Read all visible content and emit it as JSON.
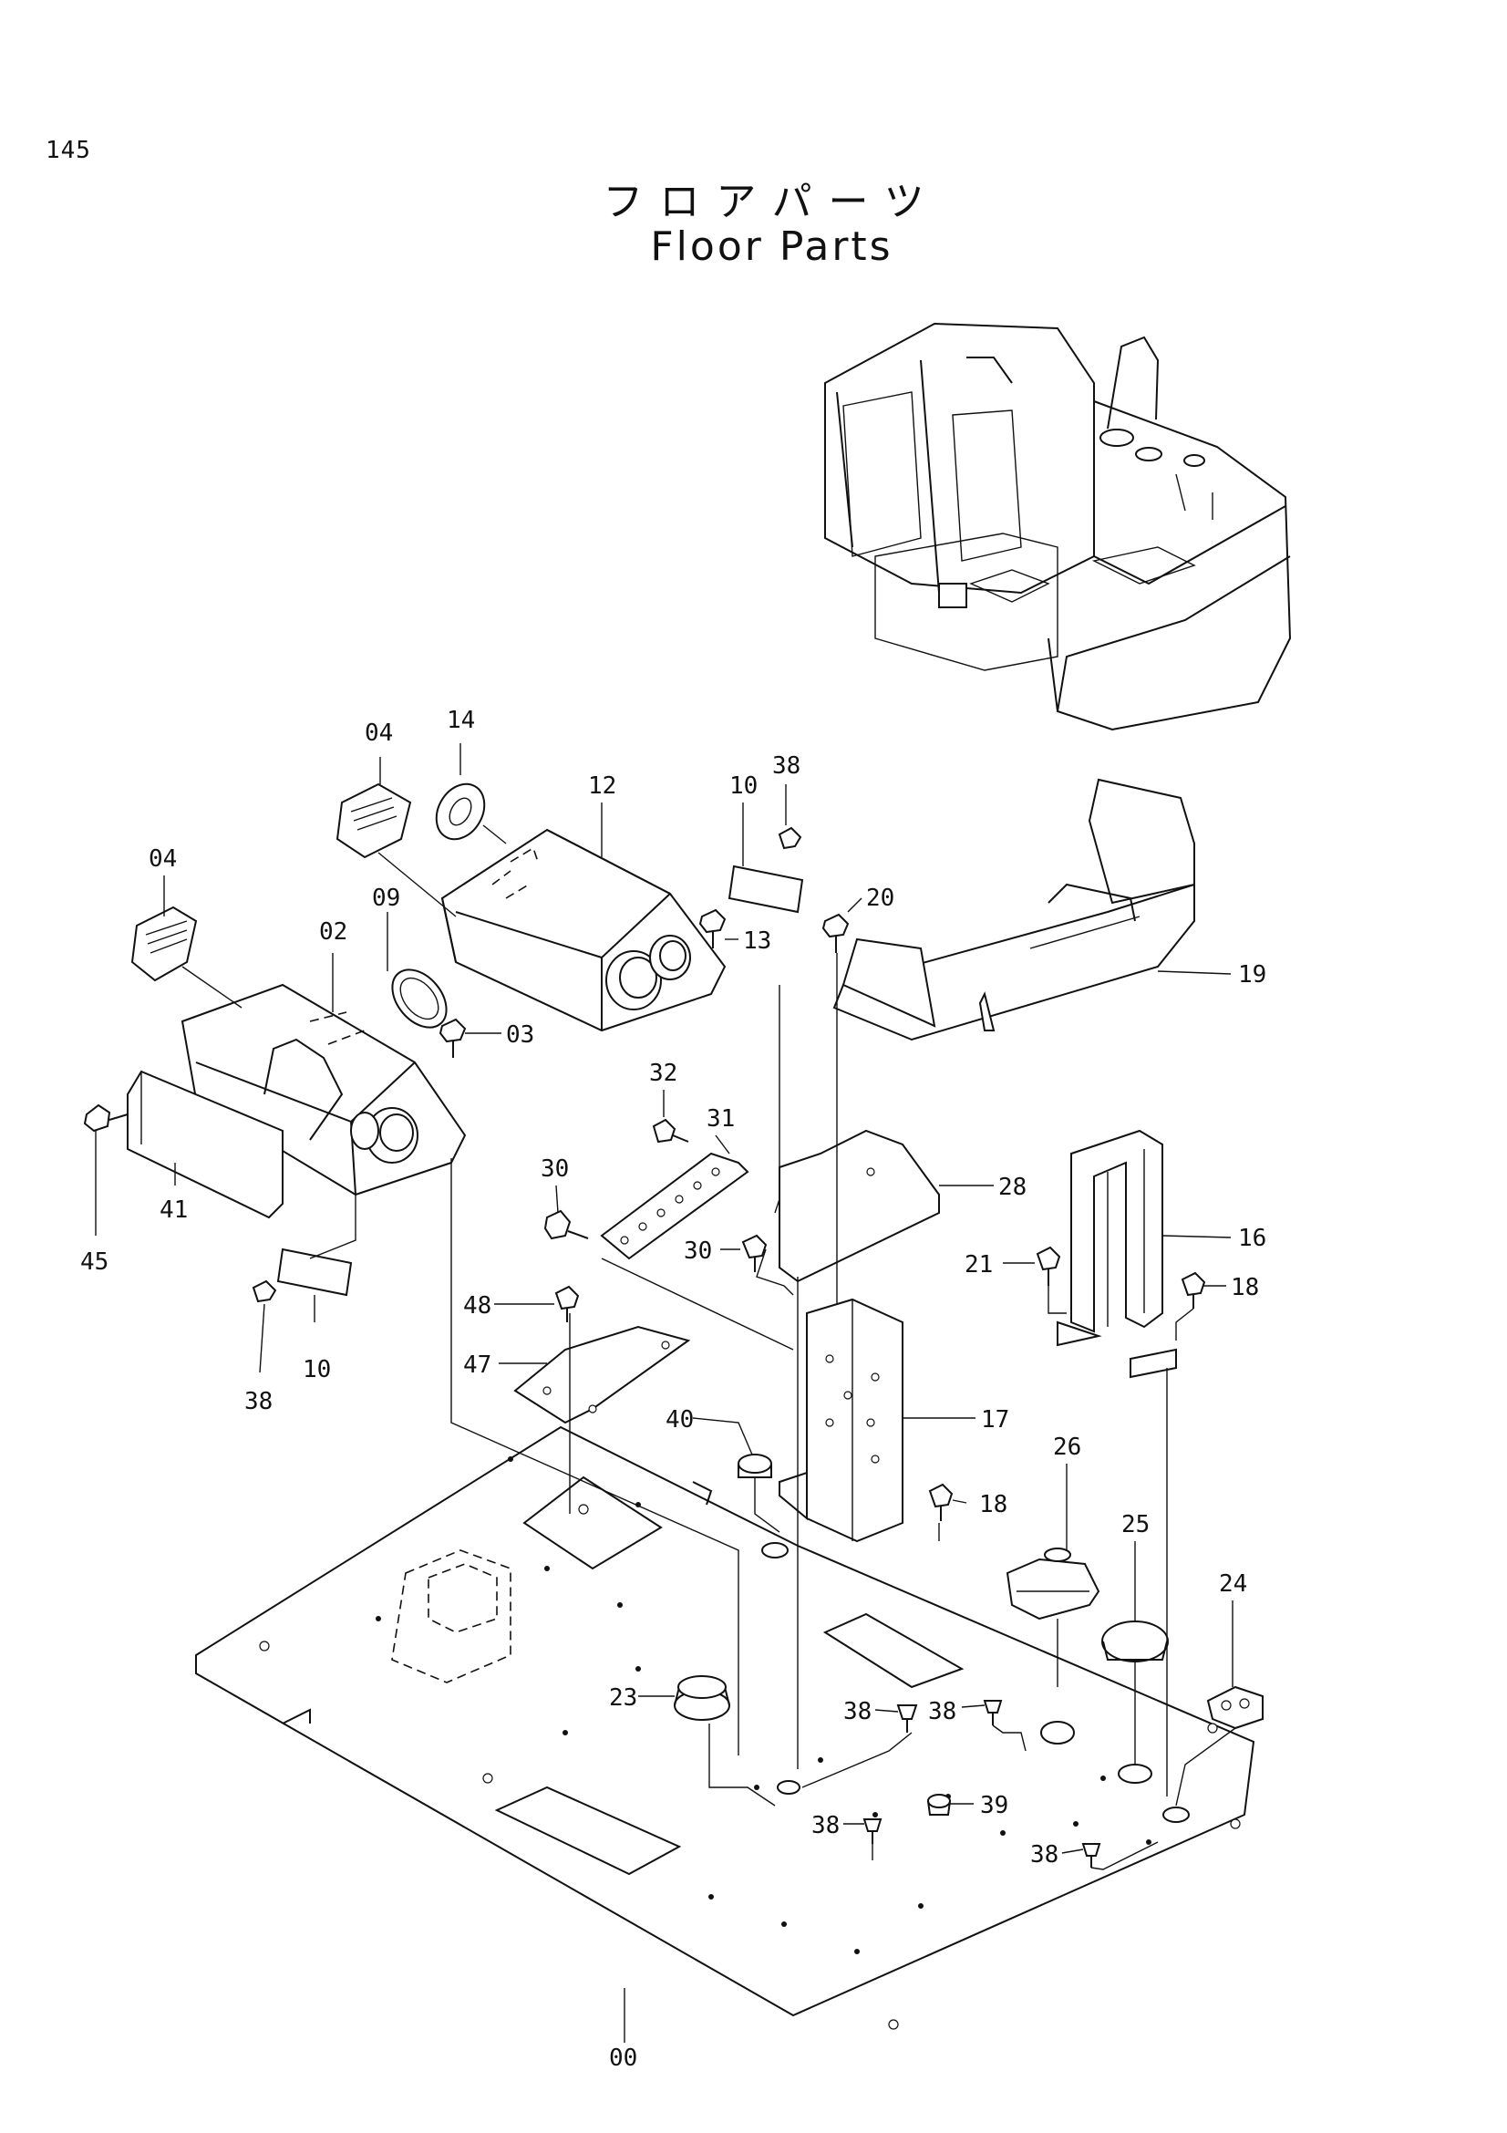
{
  "page_number": "145",
  "title_jp": "フロアパーツ",
  "title_en": "Floor Parts",
  "part_labels": [
    {
      "id": "p04a",
      "text": "04"
    },
    {
      "id": "p14",
      "text": "14"
    },
    {
      "id": "p12",
      "text": "12"
    },
    {
      "id": "p10a",
      "text": "10"
    },
    {
      "id": "p38a",
      "text": "38"
    },
    {
      "id": "p04b",
      "text": "04"
    },
    {
      "id": "p09",
      "text": "09"
    },
    {
      "id": "p02",
      "text": "02"
    },
    {
      "id": "p20",
      "text": "20"
    },
    {
      "id": "p13",
      "text": "13"
    },
    {
      "id": "p19",
      "text": "19"
    },
    {
      "id": "p03",
      "text": "03"
    },
    {
      "id": "p32",
      "text": "32"
    },
    {
      "id": "p31",
      "text": "31"
    },
    {
      "id": "p30a",
      "text": "30"
    },
    {
      "id": "p28",
      "text": "28"
    },
    {
      "id": "p30b",
      "text": "30"
    },
    {
      "id": "p45",
      "text": "45"
    },
    {
      "id": "p41",
      "text": "41"
    },
    {
      "id": "p16",
      "text": "16"
    },
    {
      "id": "p21",
      "text": "21"
    },
    {
      "id": "p18a",
      "text": "18"
    },
    {
      "id": "p48",
      "text": "48"
    },
    {
      "id": "p47",
      "text": "47"
    },
    {
      "id": "p38b",
      "text": "38"
    },
    {
      "id": "p10b",
      "text": "10"
    },
    {
      "id": "p17",
      "text": "17"
    },
    {
      "id": "p40",
      "text": "40"
    },
    {
      "id": "p18b",
      "text": "18"
    },
    {
      "id": "p26",
      "text": "26"
    },
    {
      "id": "p25",
      "text": "25"
    },
    {
      "id": "p24",
      "text": "24"
    },
    {
      "id": "p23",
      "text": "23"
    },
    {
      "id": "p38c",
      "text": "38"
    },
    {
      "id": "p38d",
      "text": "38"
    },
    {
      "id": "p39",
      "text": "39"
    },
    {
      "id": "p38e",
      "text": "38"
    },
    {
      "id": "p38f",
      "text": "38"
    },
    {
      "id": "p00",
      "text": "00"
    }
  ]
}
